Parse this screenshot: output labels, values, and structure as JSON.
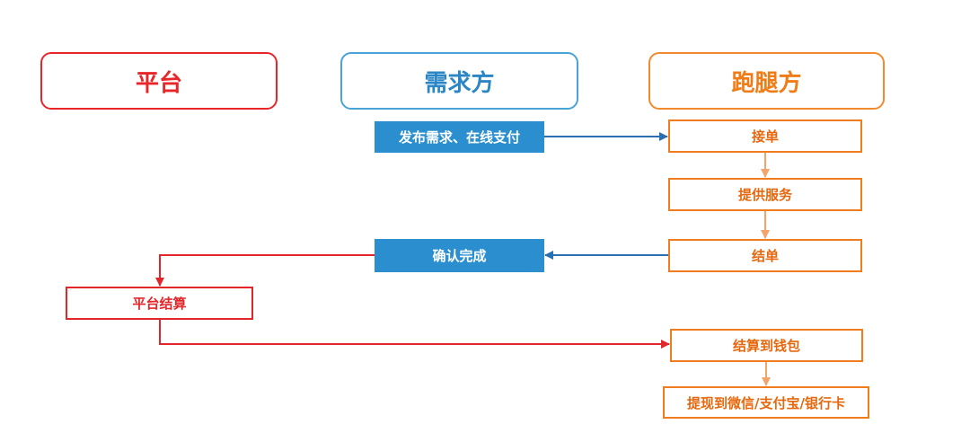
{
  "lanes": {
    "platform": "平台",
    "demand": "需求方",
    "runner": "跑腿方"
  },
  "steps": {
    "publish": "发布需求、在线支付",
    "accept": "接单",
    "service": "提供服务",
    "finish": "结单",
    "confirm": "确认完成",
    "settle": "平台结算",
    "wallet": "结算到钱包",
    "withdraw": "提现到微信/支付宝/银行卡"
  },
  "colors": {
    "platform": "#e3262a",
    "demand": "#2b8fcf",
    "runner": "#f07c1e"
  }
}
